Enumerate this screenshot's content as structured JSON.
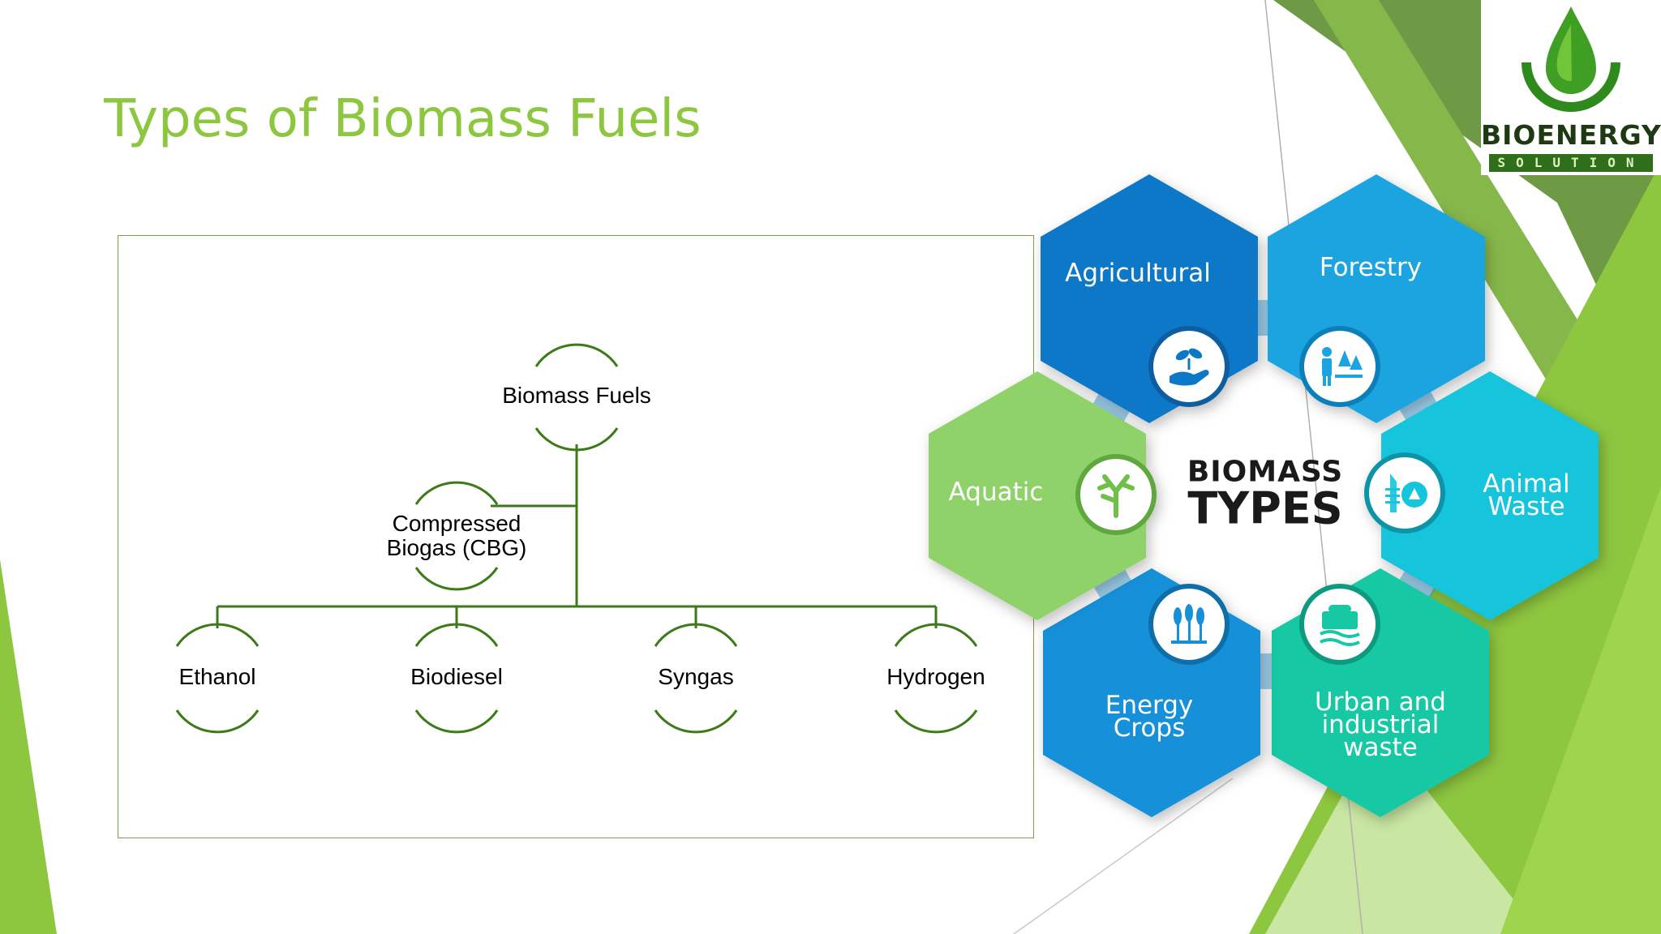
{
  "slide": {
    "title": "Types of Biomass Fuels"
  },
  "hierarchy": {
    "root": "Biomass Fuels",
    "assistant": "Compressed\nBiogas (CBG)",
    "children": [
      "Ethanol",
      "Biodiesel",
      "Syngas",
      "Hydrogen"
    ]
  },
  "infographic": {
    "center_line1": "BIOMASS",
    "center_line2": "TYPES",
    "hexagons": [
      {
        "label": "Agricultural",
        "icon": "hand-sprout-icon",
        "color": "#0a78c8"
      },
      {
        "label": "Forestry",
        "icon": "forester-trees-icon",
        "color": "#1aa4e0"
      },
      {
        "label": "Animal\nWaste",
        "icon": "fish-bone-recycle-icon",
        "color": "#12c4dc"
      },
      {
        "label": "Urban and\nindustrial\nwaste",
        "icon": "water-treatment-icon",
        "color": "#14c8a4"
      },
      {
        "label": "Energy\nCrops",
        "icon": "wheat-icon",
        "color": "#1590d8"
      },
      {
        "label": "Aquatic",
        "icon": "coral-icon",
        "color": "#8fd26a"
      }
    ]
  },
  "logo": {
    "name": "BIOENERGY",
    "tagline": "SOLUTION"
  },
  "colors": {
    "accent": "#8dc63f",
    "connector": "#3d7a18",
    "frame": "#7aa04a"
  }
}
